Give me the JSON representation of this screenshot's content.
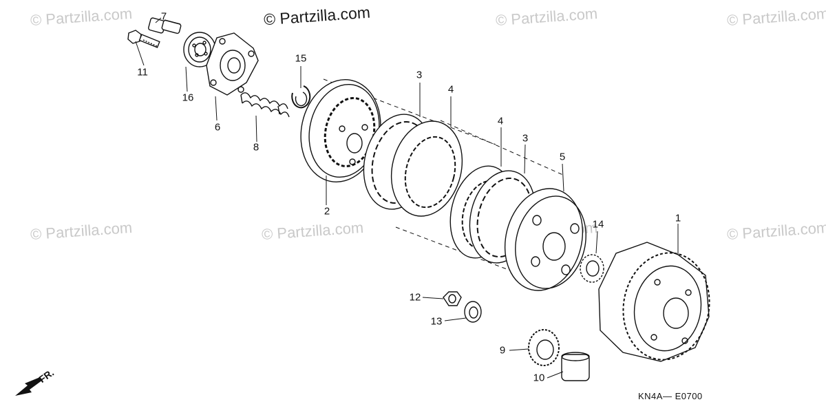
{
  "watermark": {
    "main": "© Partzilla.com",
    "repeat": "© Partzilla.com"
  },
  "diagram_code": "KN4A— E0700",
  "direction_label": "FR.",
  "callouts": {
    "p1": "1",
    "p2": "2",
    "p3a": "3",
    "p3b": "3",
    "p4a": "4",
    "p4b": "4",
    "p5": "5",
    "p6": "6",
    "p7": "7",
    "p8": "8",
    "p9": "9",
    "p10": "10",
    "p11": "11",
    "p12": "12",
    "p13": "13",
    "p14": "14",
    "p15": "15",
    "p16": "16"
  }
}
